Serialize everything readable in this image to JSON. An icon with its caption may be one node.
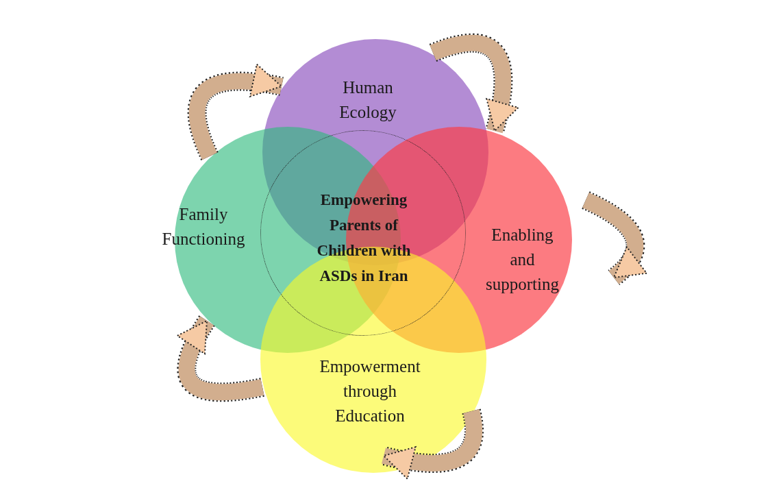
{
  "diagram": {
    "nodes": [
      {
        "text": [
          "Human Ecology"
        ]
      },
      {
        "text": [
          "Family Functioning"
        ]
      },
      {
        "text": [
          "Empowering Parents of Children with ASDs in Iran"
        ]
      },
      {
        "text": [
          "Enabling and supporting"
        ]
      },
      {
        "text": [
          "Empowerment through Education"
        ]
      }
    ],
    "edges": [
      {
        "from": 1,
        "to": 0,
        "arrow": "to"
      },
      {
        "from": 0,
        "to": 3,
        "arrow": "to"
      },
      {
        "from": 4,
        "to": 1,
        "arrow": "to"
      }
    ]
  }
}
